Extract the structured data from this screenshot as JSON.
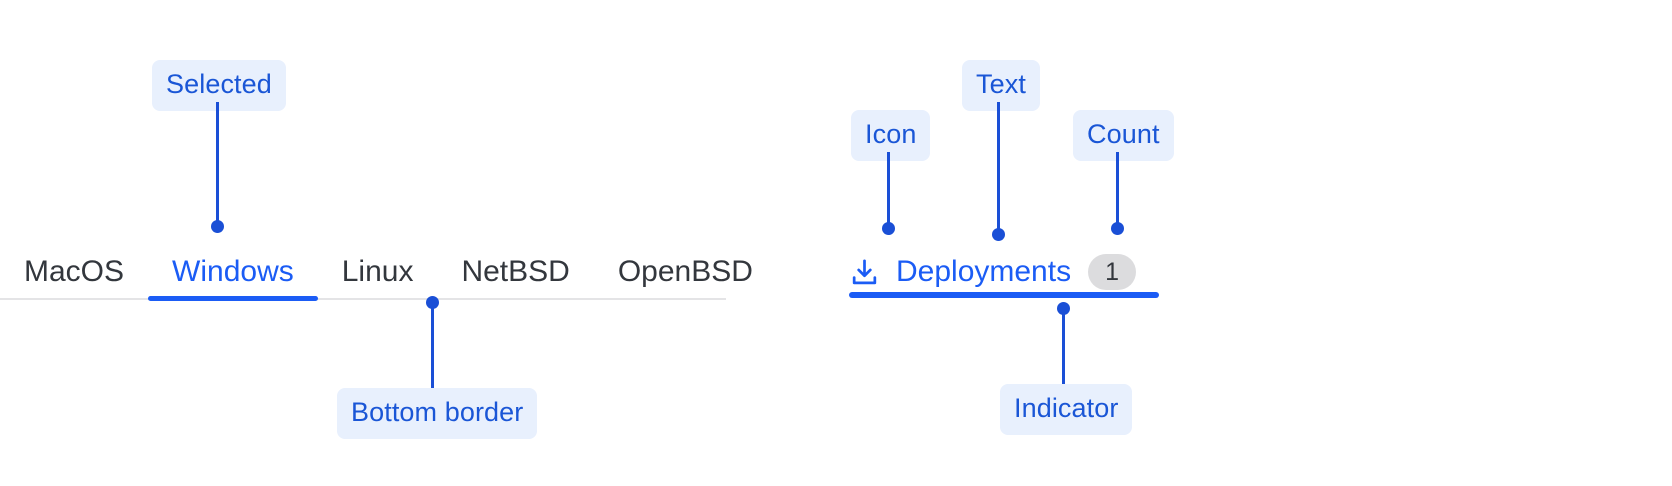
{
  "left_group": {
    "name": "tab-bar-example",
    "tabs": [
      {
        "label": "MacOS",
        "selected": false
      },
      {
        "label": "Windows",
        "selected": true
      },
      {
        "label": "Linux",
        "selected": false
      },
      {
        "label": "NetBSD",
        "selected": false
      },
      {
        "label": "OpenBSD",
        "selected": false
      }
    ],
    "annotations": {
      "selected": "Selected",
      "bottom_border": "Bottom border"
    }
  },
  "right_group": {
    "name": "single-tab-anatomy",
    "tab": {
      "icon": "download-icon",
      "label": "Deployments",
      "count": "1",
      "selected": true
    },
    "annotations": {
      "icon": "Icon",
      "text": "Text",
      "count": "Count",
      "indicator": "Indicator"
    }
  },
  "colors": {
    "accent_blue": "#1b5cf5",
    "annotation_blue": "#1a4fd6",
    "annotation_bg": "#e8f0fd",
    "text_default": "#33373d",
    "border_gray": "#e4e4e6",
    "badge_bg": "#dcdcde"
  }
}
